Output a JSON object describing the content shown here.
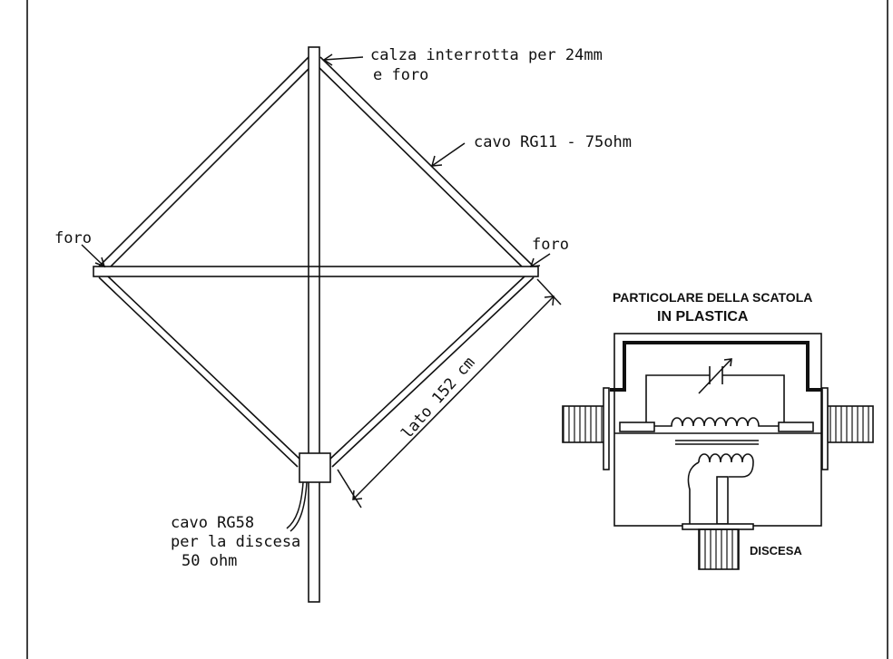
{
  "labels": {
    "calza_line1": "calza interrotta per 24mm",
    "calza_line2": "e foro",
    "cavo_rg11": "cavo RG11 - 75ohm",
    "foro_left": "foro",
    "foro_right": "foro",
    "lato": "lato 152 cm",
    "rg58_line1": "cavo RG58",
    "rg58_line2": "per la discesa",
    "rg58_line3": "50 ohm"
  },
  "detail": {
    "title_line1": "PARTICOLARE DELLA SCATOLA",
    "title_line2": "IN PLASTICA",
    "discesa": "DISCESA"
  }
}
